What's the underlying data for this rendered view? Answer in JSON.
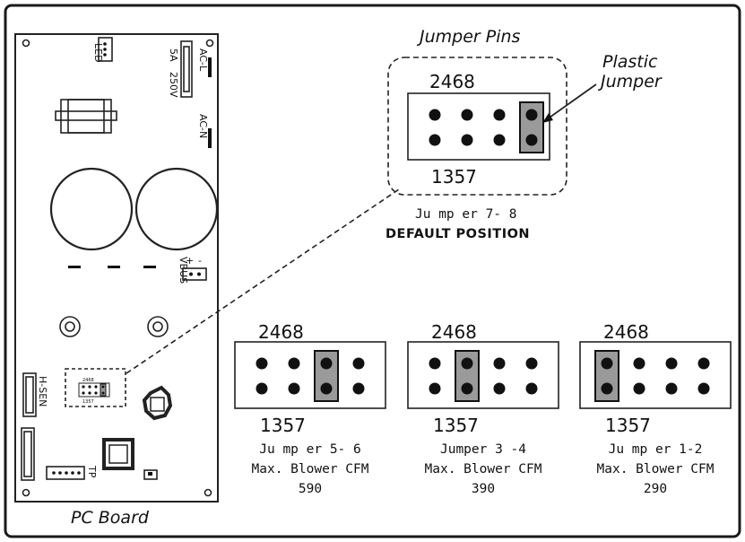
{
  "labels": {
    "jumper_pins_title": "Jumper Pins",
    "plastic_jumper_line1": "Plastic",
    "plastic_jumper_line2": "Jumper",
    "pc_board": "PC Board",
    "default_position": "DEFAULT POSITION"
  },
  "board_labels": {
    "led": "LED",
    "fuse_current": "5A",
    "fuse_voltage": "250V",
    "ac_l": "AC-L",
    "ac_n": "AC-N",
    "vbus": "VBUS",
    "vbus_plus": "+",
    "vbus_minus": "-",
    "h_sen": "H-SEN",
    "tp": "TP",
    "mini_top": "2468",
    "mini_bottom": "1357"
  },
  "default_config": {
    "top_label": "2468",
    "bottom_label": "1357",
    "jumper_label": "Ju mp er   7- 8",
    "jumper_column": 4
  },
  "configs": [
    {
      "top_label": "2468",
      "bottom_label": "1357",
      "jumper_label": "Ju mp er   5- 6",
      "cfm_label": "Max. Blower CFM",
      "cfm_value": "590",
      "jumper_column": 3
    },
    {
      "top_label": "2468",
      "bottom_label": "1357",
      "jumper_label": "Jumper  3 -4",
      "cfm_label": "Max. Blower CFM",
      "cfm_value": "390",
      "jumper_column": 2
    },
    {
      "top_label": "2468",
      "bottom_label": "1357",
      "jumper_label": "Ju mp er  1-2",
      "cfm_label": "Max. Blower CFM",
      "cfm_value": "290",
      "jumper_column": 1
    }
  ]
}
